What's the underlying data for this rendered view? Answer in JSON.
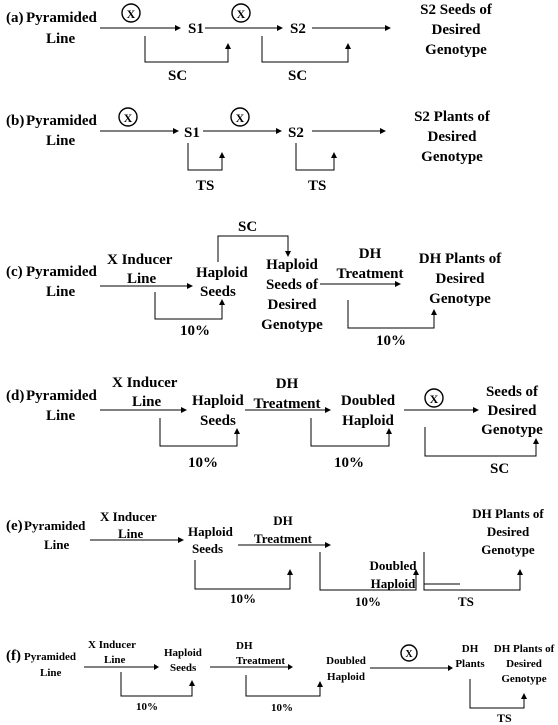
{
  "self_symbol": "X",
  "panels": {
    "a": {
      "label": "(a)",
      "start": [
        "Pyramided",
        "Line"
      ],
      "s1": "S1",
      "s2": "S2",
      "end": [
        "S2 Seeds of",
        "Desired",
        "Genotype"
      ],
      "loop1": "SC",
      "loop2": "SC"
    },
    "b": {
      "label": "(b)",
      "start": [
        "Pyramided",
        "Line"
      ],
      "s1": "S1",
      "s2": "S2",
      "end": [
        "S2 Plants of",
        "Desired",
        "Genotype"
      ],
      "loop1": "TS",
      "loop2": "TS"
    },
    "c": {
      "label": "(c)",
      "start": [
        "Pyramided",
        "Line"
      ],
      "inducer": [
        "X Inducer",
        "Line"
      ],
      "haploid_seeds": [
        "Haploid",
        "Seeds"
      ],
      "top_loop": "SC",
      "haploid_desired": [
        "Haploid",
        "Seeds of",
        "Desired",
        "Genotype"
      ],
      "treatment": [
        "DH",
        "Treatment"
      ],
      "end": [
        "DH Plants of",
        "Desired",
        "Genotype"
      ],
      "pct1": "10%",
      "pct2": "10%"
    },
    "d": {
      "label": "(d)",
      "start": [
        "Pyramided",
        "Line"
      ],
      "inducer": [
        "X Inducer",
        "Line"
      ],
      "haploid_seeds": [
        "Haploid",
        "Seeds"
      ],
      "treatment": [
        "DH",
        "Treatment"
      ],
      "doubled": [
        "Doubled",
        "Haploid"
      ],
      "end": [
        "Seeds of",
        "Desired",
        "Genotype"
      ],
      "pct1": "10%",
      "pct2": "10%",
      "loop3": "SC"
    },
    "e": {
      "label": "(e)",
      "start": [
        "Pyramided",
        "Line"
      ],
      "inducer": [
        "X Inducer",
        "Line"
      ],
      "haploid_seeds": [
        "Haploid",
        "Seeds"
      ],
      "treatment": [
        "DH",
        "Treatment"
      ],
      "doubled": [
        "Doubled",
        "Haploid"
      ],
      "end": [
        "DH Plants of",
        "Desired",
        "Genotype"
      ],
      "pct1": "10%",
      "pct2": "10%",
      "loop3": "TS"
    },
    "f": {
      "label": "(f)",
      "start": [
        "Pyramided",
        "Line"
      ],
      "inducer": [
        "X Inducer",
        "Line"
      ],
      "haploid_seeds": [
        "Haploid",
        "Seeds"
      ],
      "treatment": [
        "DH",
        "Treatment"
      ],
      "doubled": [
        "Doubled",
        "Haploid"
      ],
      "dh_plants": [
        "DH",
        "Plants"
      ],
      "end": [
        "DH Plants of",
        "Desired",
        "Genotype"
      ],
      "pct1": "10%",
      "pct2": "10%",
      "loop3": "TS"
    }
  }
}
